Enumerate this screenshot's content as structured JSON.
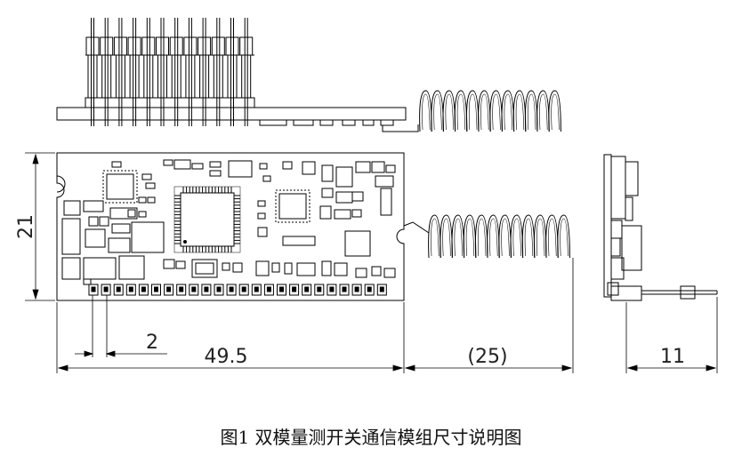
{
  "dimensions": {
    "height": "21",
    "pin_pitch": "2",
    "length": "49.5",
    "antenna_length": "(25)",
    "side_width": "11"
  },
  "caption": "图1 双模量测开关通信模组尺寸说明图",
  "colors": {
    "line": "#000000",
    "background": "#ffffff"
  }
}
